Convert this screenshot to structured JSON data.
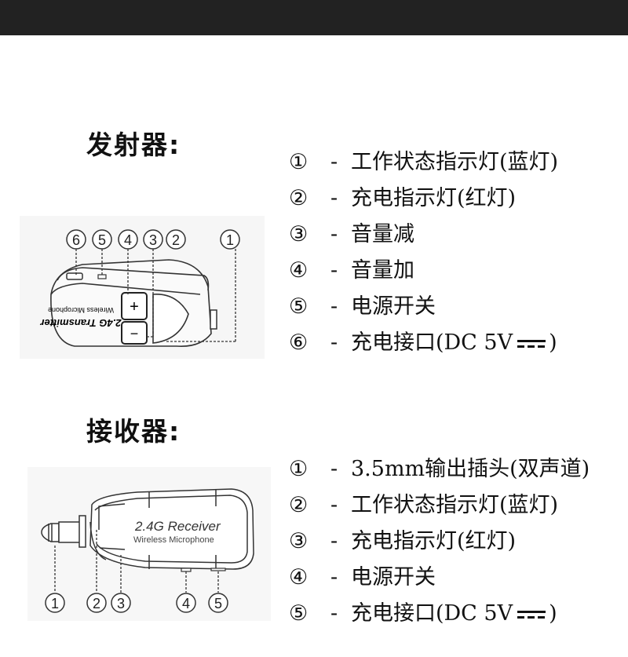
{
  "transmitter": {
    "title": "发射器:",
    "device_label_main": "2.4G Transmitter",
    "device_label_sub": "Wireless Microphone",
    "button_plus": "+",
    "button_minus": "−",
    "callouts": [
      "⑥",
      "⑤",
      "④",
      "③",
      "②",
      "①"
    ],
    "items": [
      {
        "num": "①",
        "text": "工作状态指示灯(蓝灯)"
      },
      {
        "num": "②",
        "text": "充电指示灯(红灯)"
      },
      {
        "num": "③",
        "text": "音量减"
      },
      {
        "num": "④",
        "text": "音量加"
      },
      {
        "num": "⑤",
        "text": "电源开关"
      },
      {
        "num": "⑥",
        "text": "充电接口(DC 5V",
        "suffix": ")"
      }
    ]
  },
  "receiver": {
    "title": "接收器:",
    "device_label_main": "2.4G Receiver",
    "device_label_sub": "Wireless Microphone",
    "callouts": [
      "①",
      "②",
      "③",
      "④",
      "⑤"
    ],
    "items": [
      {
        "num": "①",
        "text": "3.5mm输出插头(双声道)"
      },
      {
        "num": "②",
        "text": "工作状态指示灯(蓝灯)"
      },
      {
        "num": "③",
        "text": "充电指示灯(红灯)"
      },
      {
        "num": "④",
        "text": "电源开关"
      },
      {
        "num": "⑤",
        "text": "充电接口(DC 5V",
        "suffix": ")"
      }
    ]
  },
  "separator": "-"
}
